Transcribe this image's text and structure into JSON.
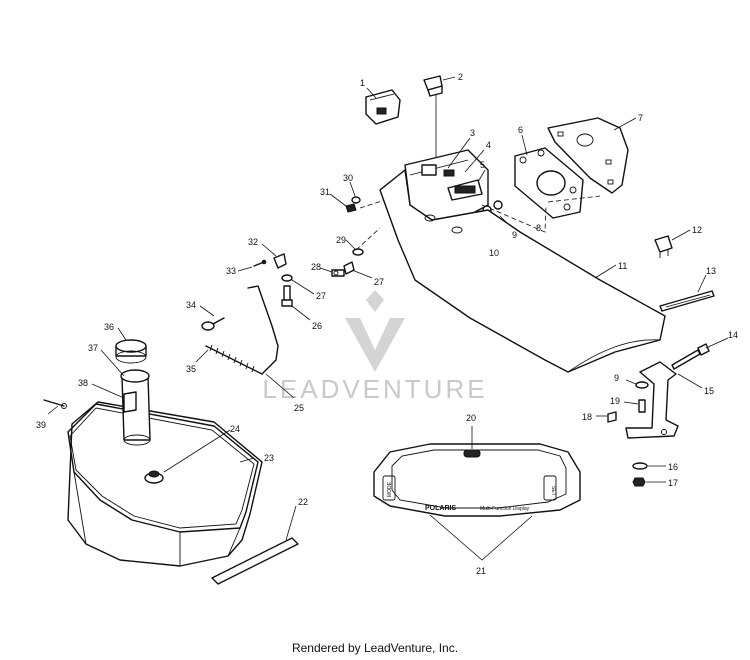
{
  "diagram": {
    "callouts": [
      "1",
      "2",
      "3",
      "4",
      "5",
      "6",
      "7",
      "8",
      "9",
      "10",
      "11",
      "12",
      "13",
      "14",
      "15",
      "16",
      "17",
      "18",
      "19",
      "20",
      "21",
      "22",
      "23",
      "24",
      "25",
      "26",
      "27",
      "28",
      "29",
      "30",
      "31",
      "32",
      "33",
      "34",
      "35",
      "36",
      "37",
      "38",
      "39"
    ],
    "callout_9_second": "9",
    "callout_27_second": "27",
    "display_brand": "POLARIS",
    "display_caption": "Multi-Function Display",
    "display_left_button": "MODE",
    "display_right_button": "SET"
  },
  "watermark": {
    "text": "LEADVENTURE"
  },
  "footer": {
    "text": "Rendered by LeadVenture, Inc."
  }
}
